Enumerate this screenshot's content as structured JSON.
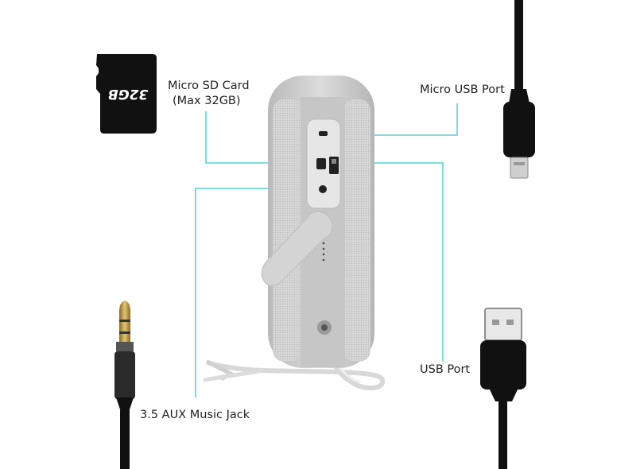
{
  "labels": {
    "micro_sd": "Micro SD Card",
    "micro_sd_note": "(Max 32GB)",
    "micro_usb_port": "Micro USB Port",
    "usb_port": "USB Port",
    "aux_jack": "3.5 AUX Music Jack"
  },
  "sd_card_text": "32GB",
  "colors": {
    "leader_line": "#39c7d0",
    "speaker_body": "#c9c9c9",
    "speaker_grille": "#d2d2d2",
    "cable": "#111111",
    "card": "#111111",
    "plug_gold": "#c9a24a"
  },
  "icons": [
    "micro-sd-card-icon",
    "micro-usb-cable-icon",
    "usb-cable-icon",
    "aux-cable-icon",
    "bluetooth-speaker-image",
    "lanyard-strap-image"
  ]
}
